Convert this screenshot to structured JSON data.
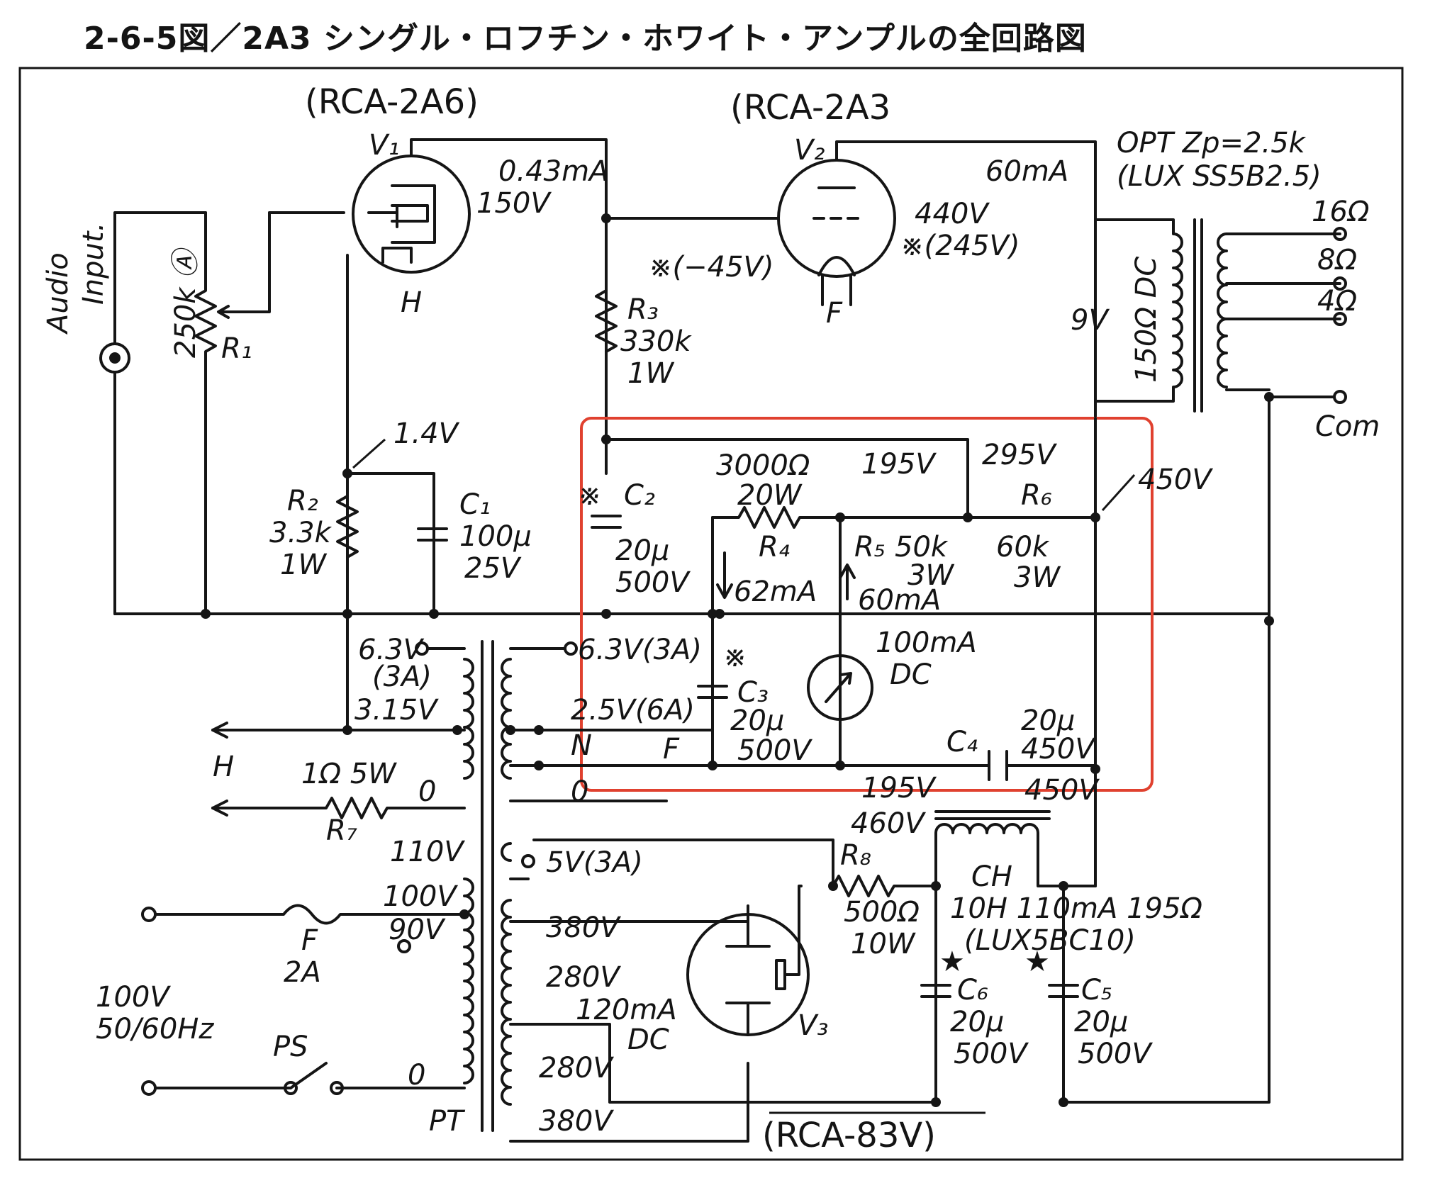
{
  "title": "2-6-5図／2A3 シングル・ロフチン・ホワイト・アンプルの全回路図",
  "tubes": {
    "v1": {
      "tag": "(RCA-2A6)",
      "ref": "V₁",
      "heater": "H",
      "plate": "0.43mA",
      "plate_v": "150V",
      "cathode_v": "1.4V"
    },
    "v2": {
      "tag": "(RCA-2A3",
      "ref": "V₂",
      "filament": "F",
      "current": "60mA",
      "plate_v": "440V",
      "grid_v": "※(−45V)",
      "cathode_v": "※(245V)"
    },
    "v3": {
      "tag": "(RCA-83V)",
      "ref": "V₃"
    }
  },
  "input": {
    "label_1": "Audio",
    "label_2": "Input."
  },
  "r1": {
    "value": "250k Ⓐ",
    "ref": "R₁"
  },
  "r2": {
    "ref": "R₂",
    "value": "3.3k",
    "power": "1W"
  },
  "c1": {
    "ref": "C₁",
    "value": "100μ",
    "voltage": "25V"
  },
  "r3": {
    "ref": "R₃",
    "value": "330k",
    "power": "1W"
  },
  "c2": {
    "mark": "※",
    "ref": "C₂",
    "value": "20μ",
    "voltage": "500V"
  },
  "r4": {
    "value": "3000Ω",
    "power": "20W",
    "ref": "R₄",
    "current": "62mA"
  },
  "r5": {
    "ref": "R₅",
    "value": "50k",
    "power": "3W",
    "node": "195V",
    "current": "60mA"
  },
  "r6": {
    "ref": "R₆",
    "value": "60k",
    "power": "3W",
    "node": "295V"
  },
  "b_plus": "450V",
  "c3": {
    "mark": "※",
    "ref": "C₃",
    "value": "20μ",
    "voltage": "500V"
  },
  "meter": {
    "value": "100mA",
    "type": "DC"
  },
  "c4": {
    "ref": "C₄",
    "value": "20μ",
    "voltage": "450V",
    "left": "195V",
    "right": "450V"
  },
  "opt": {
    "line1": "OPT Zp=2.5k",
    "line2": "(LUX SS5B2.5)",
    "dcr": "150Ω DC",
    "drop": "9V",
    "taps": [
      "16Ω",
      "8Ω",
      "4Ω"
    ],
    "com": "Com"
  },
  "pt": {
    "ref": "PT",
    "h1": "6.3V",
    "h1a": "(3A)",
    "h1c": "3.15V",
    "h2": "6.3V(3A)",
    "h3": "2.5V(6A)",
    "n": "N",
    "f": "F",
    "zero1": "0",
    "zero2": "0",
    "taps_in": [
      "110V",
      "100V",
      "90V"
    ],
    "rect": "5V(3A)",
    "hv": [
      "380V",
      "280V",
      "280V",
      "380V"
    ],
    "hv_dc": "120mA",
    "hv_dc2": "DC",
    "zero3": "0"
  },
  "heater_out": "H",
  "r7": {
    "value": "1Ω 5W",
    "ref": "R₇"
  },
  "fuse": {
    "ref": "F",
    "value": "2A"
  },
  "mains": {
    "line1": "100V",
    "line2": "50/60Hz",
    "switch": "PS"
  },
  "r8": {
    "ref": "R₈",
    "value": "500Ω",
    "power": "10W",
    "node": "460V"
  },
  "choke": {
    "ref": "CH",
    "spec": "10H 110mA 195Ω",
    "model": "(LUX5BC10)"
  },
  "c5": {
    "ref": "C₅",
    "value": "20μ",
    "voltage": "500V"
  },
  "c6": {
    "ref": "C₆",
    "value": "20μ",
    "voltage": "500V"
  },
  "highlight_color": "#e0412f"
}
